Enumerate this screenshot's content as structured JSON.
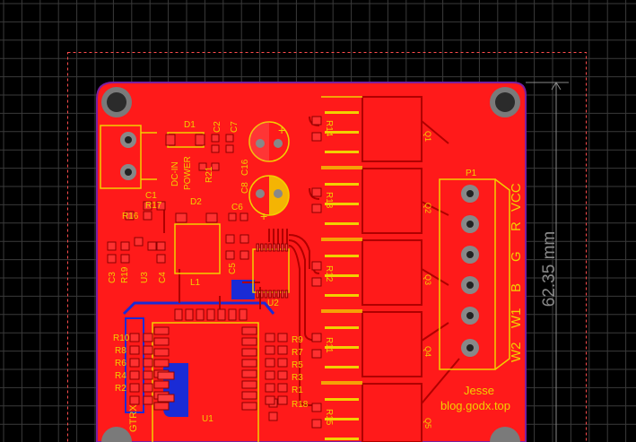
{
  "board": {
    "author": "Jesse",
    "website": "blog.godx.top",
    "dimension_label": "62.35 mm",
    "colors": {
      "background": "#000000",
      "grid": "#3a3a3a",
      "copper_top": "#ff1a1a",
      "copper_bottom": "#1a2bd6",
      "silkscreen": "#f2d000",
      "outline": "#7a1fa0",
      "keepout": "#ff4d4d"
    }
  },
  "labels": {
    "d1": "D1",
    "c2": "C2",
    "c7": "C7",
    "dcin": "DC-IN",
    "power": "POWER",
    "r21": "R21",
    "c16": "C16",
    "c8": "C8",
    "c1": "C1",
    "r17": "R17",
    "r16": "R16",
    "d2": "D2",
    "c6": "C6",
    "c3": "C3",
    "r19": "R19",
    "u3": "U3",
    "c4": "C4",
    "c5": "C5",
    "l1": "L1",
    "u2": "U2",
    "r14": "R14",
    "r13": "R13",
    "r12": "R12",
    "r11": "R11",
    "r15": "R15",
    "q1": "Q1",
    "q2": "Q2",
    "q3": "Q3",
    "q4": "Q4",
    "q5": "Q5",
    "p1": "P1",
    "r10": "R10",
    "r8": "R8",
    "r6": "R6",
    "r4": "R4",
    "r2": "R2",
    "r9": "R9",
    "r7": "R7",
    "r5": "R5",
    "r3": "R3",
    "r1": "R1",
    "r18": "R18",
    "u1": "U1",
    "gtrx": "GTRX",
    "pin_w2": "W2",
    "pin_w1": "W1",
    "pin_b": "B",
    "pin_g": "G",
    "pin_r": "R",
    "pin_vcc": "VCC",
    "plus1": "+",
    "plus2": "+"
  }
}
